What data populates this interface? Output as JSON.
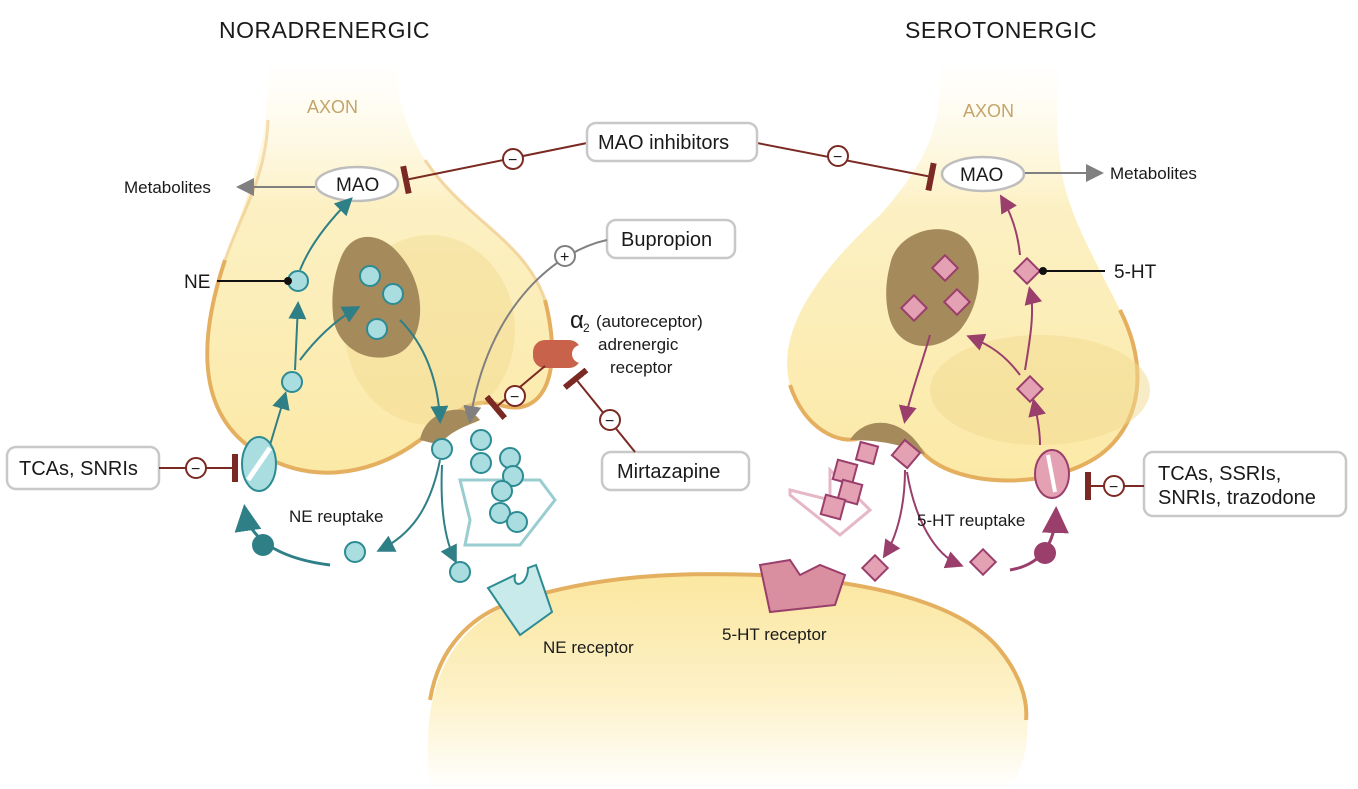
{
  "titles": {
    "left": "NORADRENERGIC",
    "right": "SEROTONERGIC"
  },
  "axon_labels": {
    "left": "AXON",
    "right": "AXON"
  },
  "drug_boxes": {
    "mao_inhibitors": "MAO inhibitors",
    "bupropion": "Bupropion",
    "mirtazapine": "Mirtazapine",
    "tcas_snris": "TCAs, SNRIs",
    "tcas_ssris_line1": "TCAs, SSRIs,",
    "tcas_ssris_line2": "SNRIs, trazodone"
  },
  "enzymes": {
    "left_mao": "MAO",
    "right_mao": "MAO"
  },
  "labels": {
    "metabolites_left": "Metabolites",
    "metabolites_right": "Metabolites",
    "ne": "NE",
    "five_ht": "5-HT",
    "alpha": "α",
    "alpha_sub": "2",
    "alpha_text": "(autoreceptor)",
    "adrenergic": "adrenergic",
    "receptor": "receptor",
    "ne_reuptake": "NE reuptake",
    "five_ht_reuptake": "5-HT reuptake",
    "ne_receptor": "NE receptor",
    "five_ht_receptor": "5-HT receptor"
  },
  "signs": {
    "minus": "−",
    "plus": "+"
  },
  "colors": {
    "neuron_fill": "#fbeeb2",
    "neuron_edge": "#e7b663",
    "ne_teal": "#2f7f86",
    "serotonin_magenta": "#9a3e6b",
    "inhibition_red": "#7a2a22",
    "vesicle_brown": "#a58a5c"
  }
}
